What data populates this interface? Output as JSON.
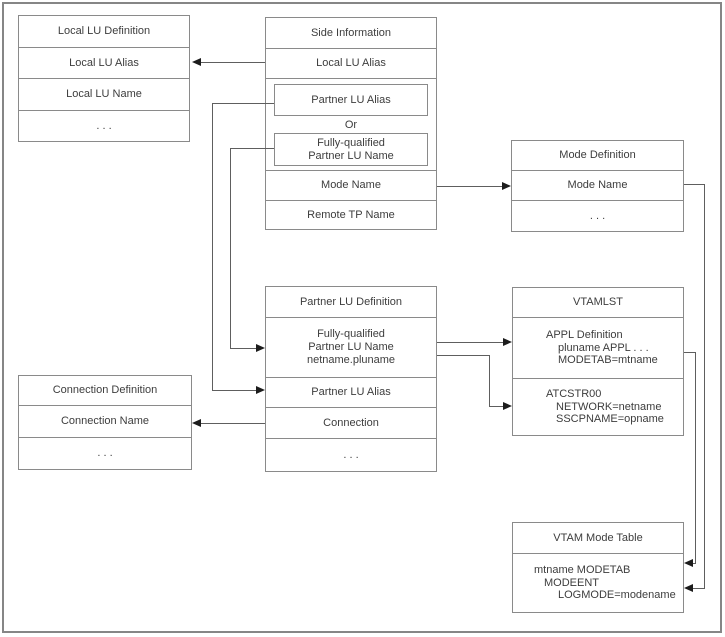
{
  "boxes": {
    "local_lu": {
      "title": "Local LU Definition",
      "row_alias": "Local LU Alias",
      "row_name": "Local LU Name",
      "row_more": ". . ."
    },
    "side_info": {
      "title": "Side Information",
      "row_local_lu_alias": "Local LU Alias",
      "row_partner_lu_alias": "Partner LU Alias",
      "or_label": "Or",
      "fq_line1": "Fully-qualified",
      "fq_line2": "Partner LU Name",
      "row_mode_name": "Mode Name",
      "row_remote_tp": "Remote TP Name"
    },
    "mode_def": {
      "title": "Mode Definition",
      "row_mode_name": "Mode Name",
      "row_more": ". . ."
    },
    "partner_lu": {
      "title": "Partner LU Definition",
      "fq_line1": "Fully-qualified",
      "fq_line2": "Partner LU Name",
      "fq_line3": "netname.pluname",
      "row_alias": "Partner LU Alias",
      "row_connection": "Connection",
      "row_more": ". . ."
    },
    "vtamlst": {
      "title": "VTAMLST",
      "appl_line1": "APPL Definition",
      "appl_line2": "pluname APPL . . .",
      "appl_line3": "MODETAB=mtname",
      "atcstr_line1": "ATCSTR00",
      "atcstr_line2": "NETWORK=netname",
      "atcstr_line3": "SSCPNAME=opname"
    },
    "connection_def": {
      "title": "Connection Definition",
      "row_name": "Connection Name",
      "row_more": ". . ."
    },
    "vtam_mode_table": {
      "title": "VTAM Mode Table",
      "line1": "mtname MODETAB",
      "line2": "MODEENT",
      "line3": "LOGMODE=modename"
    }
  },
  "connections": [
    {
      "from": "side_information.local_lu_alias",
      "to": "local_lu_definition.local_lu_alias"
    },
    {
      "from": "side_information.partner_lu_alias",
      "to": "partner_lu_definition.partner_lu_alias"
    },
    {
      "from": "side_information.fully_qualified_partner_lu_name",
      "to": "partner_lu_definition.fully_qualified_partner_lu_name"
    },
    {
      "from": "side_information.mode_name",
      "to": "mode_definition.mode_name"
    },
    {
      "from": "partner_lu_definition.fully_qualified_partner_lu_name",
      "to": "vtamlst.appl_definition"
    },
    {
      "from": "partner_lu_definition.fully_qualified_partner_lu_name",
      "to": "vtamlst.atcstr00"
    },
    {
      "from": "partner_lu_definition.connection",
      "to": "connection_definition.connection_name"
    },
    {
      "from": "mode_definition.mode_name",
      "to": "vtam_mode_table.logmode"
    },
    {
      "from": "vtamlst.modetab",
      "to": "vtam_mode_table.mtname_modetab"
    }
  ],
  "colors": {
    "background": "#ffffff",
    "box_border": "#8a8a8a",
    "connector_line": "#5e5e5e",
    "arrowhead": "#1c1c1c",
    "text": "#3d3d3d"
  }
}
